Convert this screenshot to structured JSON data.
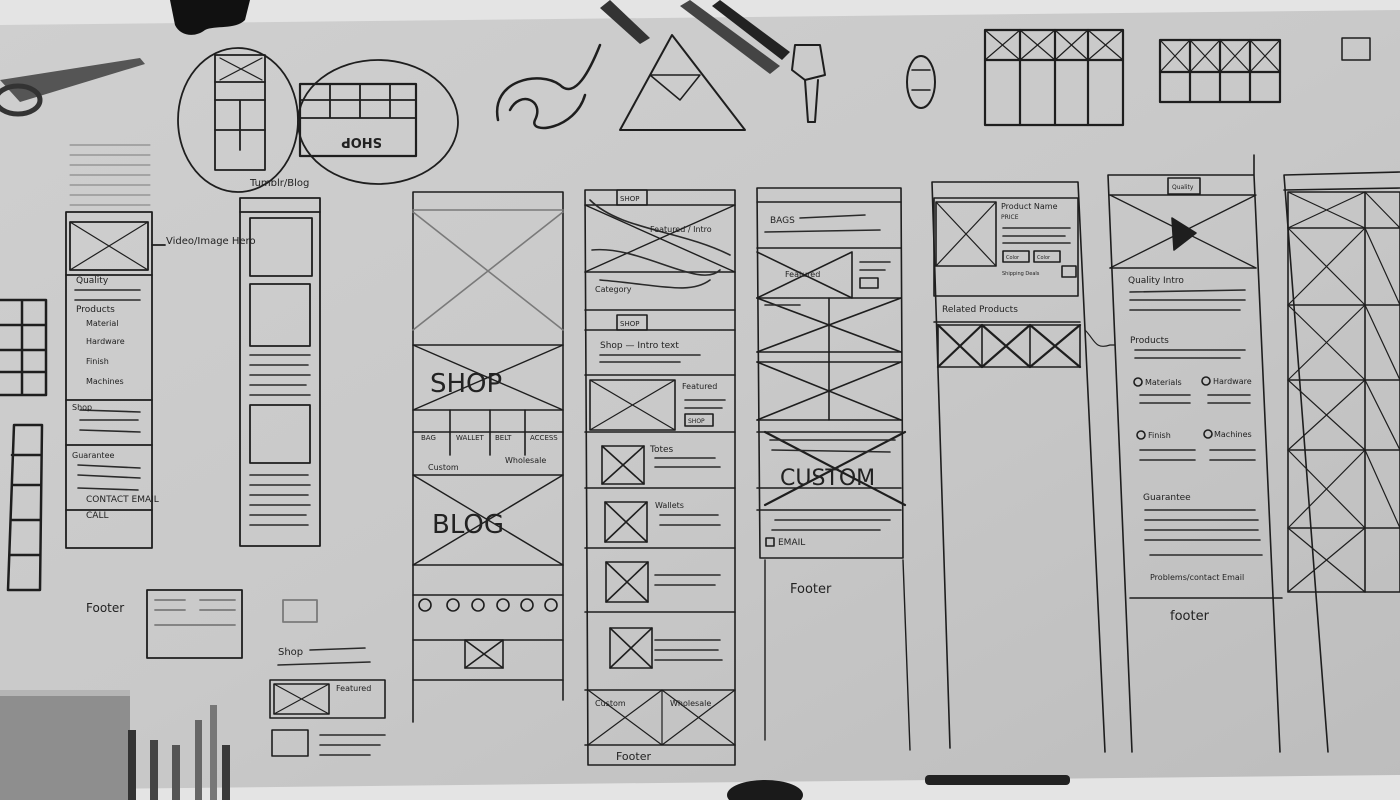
{
  "colors": {
    "paper": "#cdcdcd",
    "table": "#e6e6e6",
    "ink": "#1e1e1e",
    "pencil": "#7a7a7a"
  },
  "sketch": {
    "top_circle_label": "Tumblr/Blog",
    "shop_logo_text": "SHOP",
    "col1": {
      "annotation": "Video/Image Hero",
      "quality": "Quality",
      "products": "Products",
      "items": [
        "Material",
        "Hardware",
        "Finish",
        "Machines"
      ],
      "shop": "Shop",
      "guarantee": "Guarantee",
      "contact": "CONTACT EMAIL",
      "call": "CALL"
    },
    "footer_label": "Footer",
    "shop_label": "Shop",
    "featured_label": "Featured",
    "col3": {
      "hero": "SHOP",
      "cats": [
        "BAG",
        "WALLET",
        "BELT",
        "ACCESS"
      ],
      "custom": "Custom",
      "wholesale": "Wholesale",
      "blog": "BLOG"
    },
    "col4": {
      "shop_top": "SHOP",
      "featured_intro": "Featured / Intro",
      "category": "Category",
      "shop_btn": "SHOP",
      "intro": "Shop — Intro text",
      "featured": "Featured",
      "shop_btn2": "SHOP",
      "totes": "Totes",
      "wallets": "Wallets",
      "custom": "Custom",
      "wholesale": "Wholesale",
      "footer": "Footer"
    },
    "col5": {
      "bags": "BAGS",
      "featured": "Featured",
      "custom": "CUSTOM",
      "email": "EMAIL",
      "footer": "Footer"
    },
    "col6": {
      "product_name": "Product Name",
      "price": "PRICE",
      "color1": "Color",
      "color2": "Color",
      "shipping": "Shipping Deals",
      "related": "Related Products"
    },
    "col7": {
      "tab": "Quality",
      "quality_intro": "Quality Intro",
      "products": "Products",
      "materials": "Materials",
      "hardware": "Hardware",
      "finish": "Finish",
      "machines": "Machines",
      "guarantee": "Guarantee",
      "problems": "Problems/contact Email",
      "footer": "footer"
    }
  }
}
